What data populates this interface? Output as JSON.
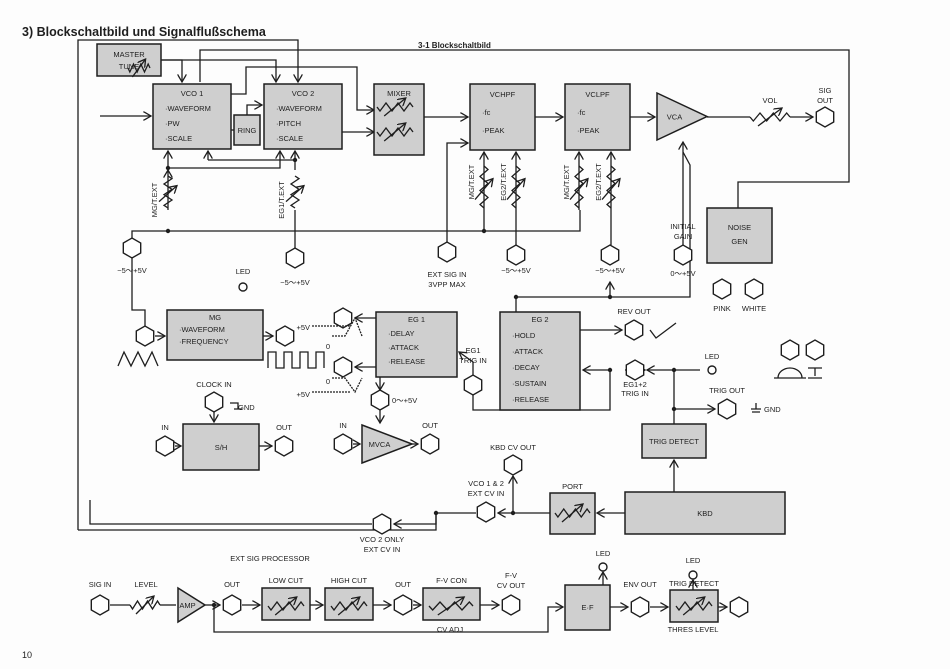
{
  "header": {
    "title": "3) Blockschaltbild und Signalflußschema",
    "subtitle": "3-1 Blockschaltbild"
  },
  "blocks": {
    "master_tune": [
      "MASTER",
      "TUNE"
    ],
    "vco1": [
      "VCO 1",
      "·WAVEFORM",
      "·PW",
      "·SCALE"
    ],
    "vco2": [
      "VCO 2",
      "·WAVEFORM",
      "·PITCH",
      "·SCALE"
    ],
    "ring": [
      "RING"
    ],
    "mixer": [
      "MIXER"
    ],
    "vchpf": [
      "VCHPF",
      "·fc",
      "·PEAK"
    ],
    "vclpf": [
      "VCLPF",
      "·fc",
      "·PEAK"
    ],
    "vca": [
      "VCA"
    ],
    "noise_gen": [
      "NOISE",
      "GEN"
    ],
    "mg": [
      "MG",
      "·WAVEFORM",
      "·FREQUENCY"
    ],
    "eg1": [
      "EG 1",
      "·DELAY",
      "·ATTACK",
      "·RELEASE"
    ],
    "eg2": [
      "EG 2",
      "·HOLD",
      "·ATTACK",
      "·DECAY",
      "·SUSTAIN",
      "·RELEASE"
    ],
    "sh": [
      "S/H"
    ],
    "mvca": [
      "MVCA"
    ],
    "trig_detect": [
      "TRIG DETECT"
    ],
    "kbd": [
      "KBD"
    ],
    "port": [
      "PORT"
    ],
    "amp": [
      "AMP"
    ],
    "low_cut": [
      "LOW CUT"
    ],
    "high_cut": [
      "HIGH CUT"
    ],
    "fv_con": [
      "F-V CON"
    ],
    "ef": [
      "E·F"
    ],
    "trig_detect2": [
      "TRIG DETECT"
    ]
  },
  "labels": {
    "mg_text": "MG/T.EXT",
    "eg1_text": "EG1/T.EXT",
    "eg2_text": "EG2/T.EXT",
    "range_5v": "−5～+5V",
    "range_0_5v": "0～+5V",
    "ext_sig_in": "EXT SIG IN",
    "vpp_max": "3VPP MAX",
    "initial_gain": [
      "INITIAL",
      "GAIN"
    ],
    "vol": "VOL",
    "sig_out": [
      "SIG",
      "OUT"
    ],
    "pink": "PINK",
    "white": "WHITE",
    "led": "LED",
    "plus5v": "+5V",
    "zero": "0",
    "eg1_trig_in": [
      "EG1",
      "TRIG  IN"
    ],
    "rev_out": "REV OUT",
    "eg12_trig_in": [
      "EG1+2",
      "TRIG IN"
    ],
    "trig_out": "TRIG OUT",
    "gnd": "GND",
    "clock_in": "CLOCK IN",
    "in": "IN",
    "out": "OUT",
    "kbd_cv_out": "KBD CV OUT",
    "vco12_ext_cv_in": [
      "VCO 1 & 2",
      "EXT CV IN"
    ],
    "vco2_only_ext_cv_in": [
      "VCO 2 ONLY",
      "EXT CV IN"
    ],
    "ext_sig_processor": "EXT SIG PROCESSOR",
    "sig_in": "SIG IN",
    "level": "LEVEL",
    "fv_cv_out": [
      "F-V",
      "CV OUT"
    ],
    "cv_adj": "CV ADJ",
    "env_out": "ENV OUT",
    "thres_level": "THRES LEVEL"
  },
  "page_number": "10",
  "colors": {
    "block_fill": "#cfcfcf",
    "line": "#1e1e1e"
  }
}
